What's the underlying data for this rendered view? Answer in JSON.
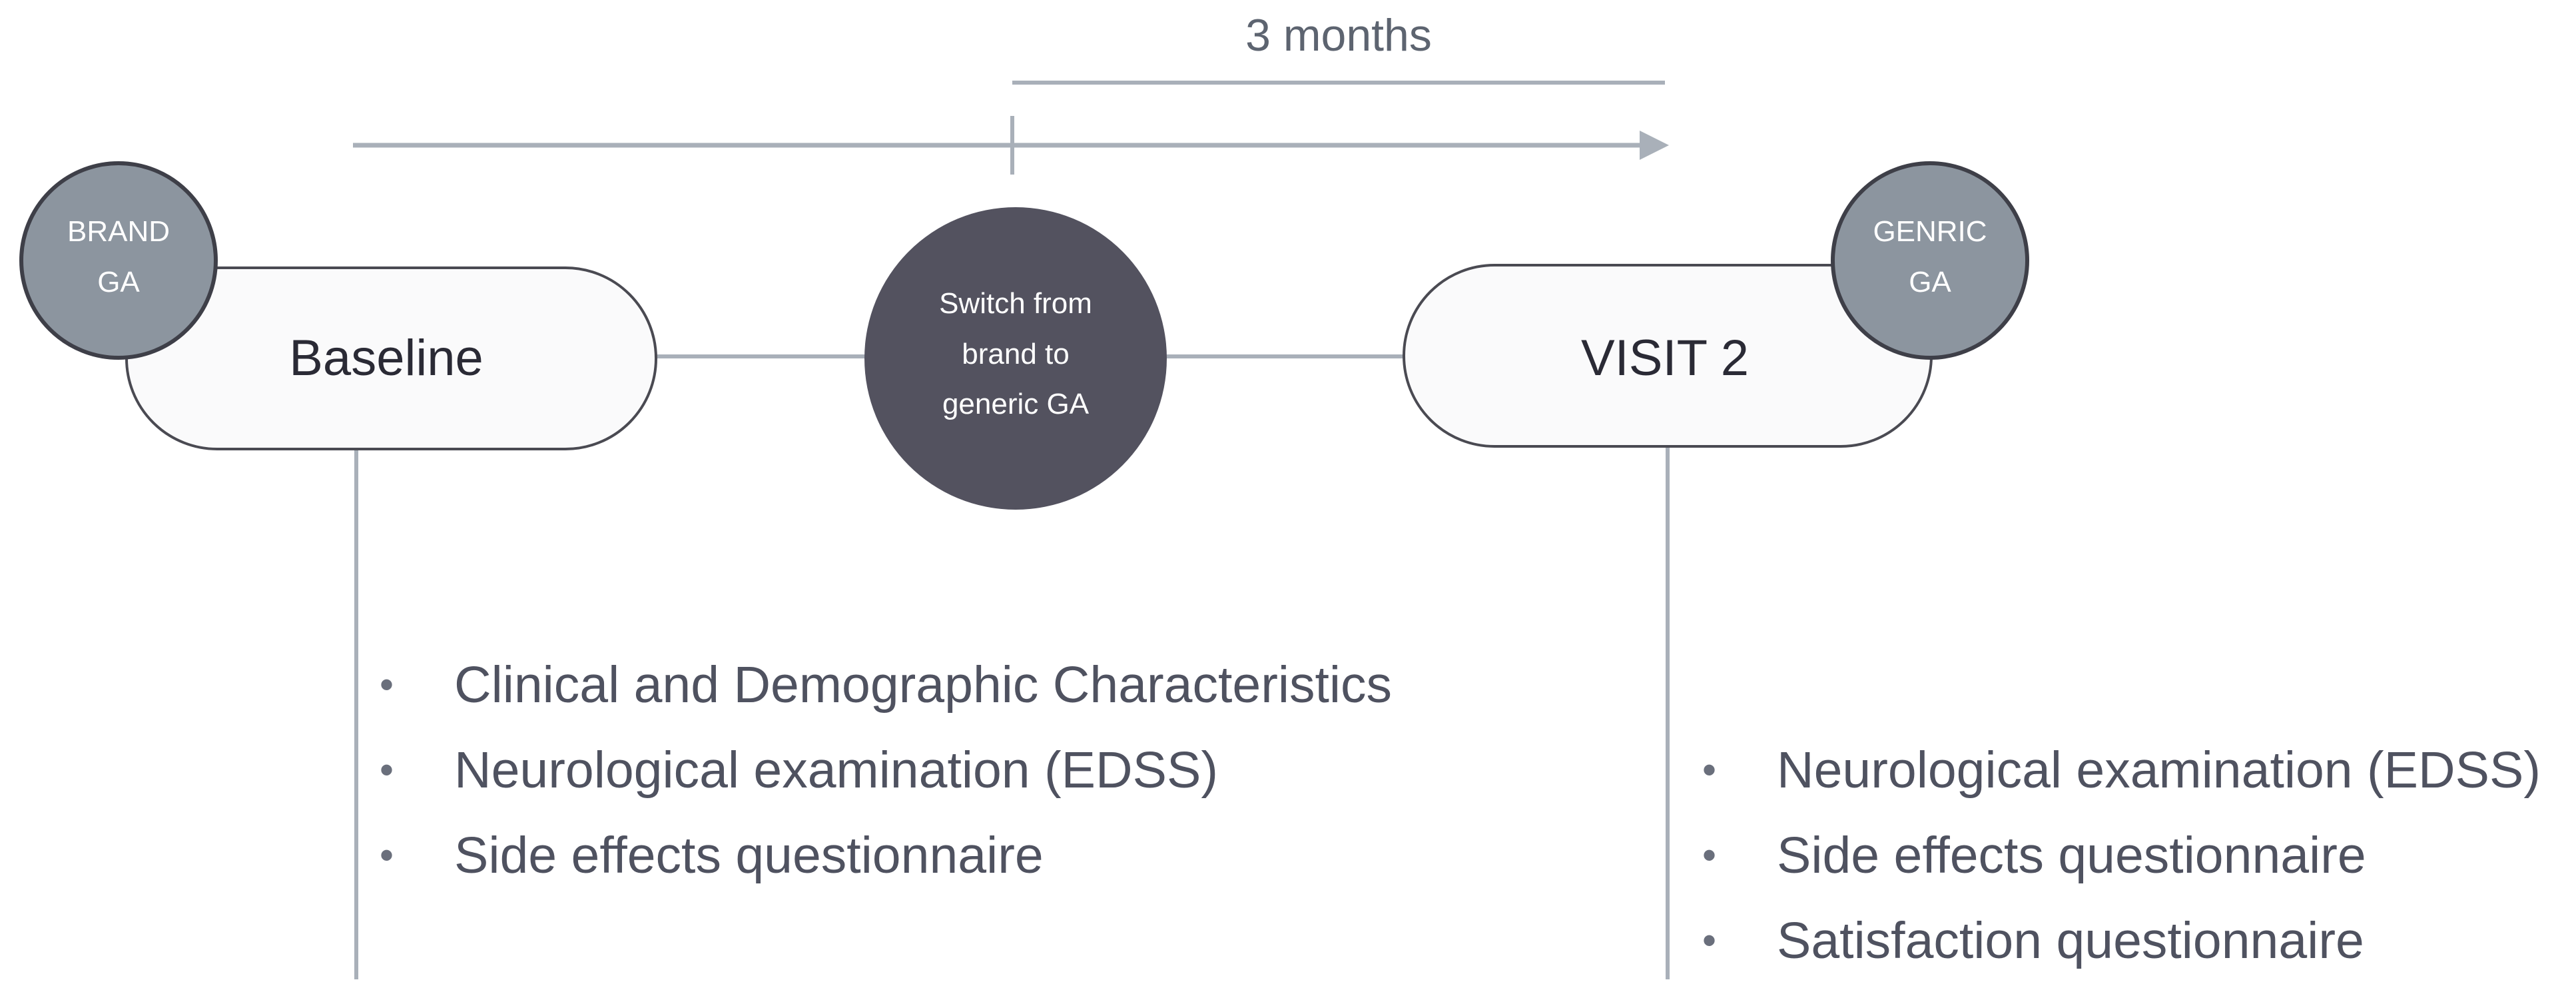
{
  "duration_label": "3 months",
  "baseline": {
    "label": "Baseline",
    "badge": {
      "line1": "BRAND",
      "line2": "GA"
    },
    "items": [
      "Clinical and Demographic Characteristics",
      "Neurological examination (EDSS)",
      "Side effects questionnaire"
    ]
  },
  "switch": {
    "line1": "Switch from",
    "line2": "brand to",
    "line3": "generic GA"
  },
  "visit2": {
    "label": "VISIT 2",
    "badge": {
      "line1": "GENRIC",
      "line2": "GA"
    },
    "items": [
      "Neurological examination (EDSS)",
      "Side effects questionnaire",
      "Satisfaction questionnaire"
    ]
  },
  "colors": {
    "line": "#a9b0b9",
    "badge": "#8c959f",
    "switch_circle": "#53525f",
    "pill_stroke": "#4a4a52",
    "pill_fill": "#fafafb"
  }
}
